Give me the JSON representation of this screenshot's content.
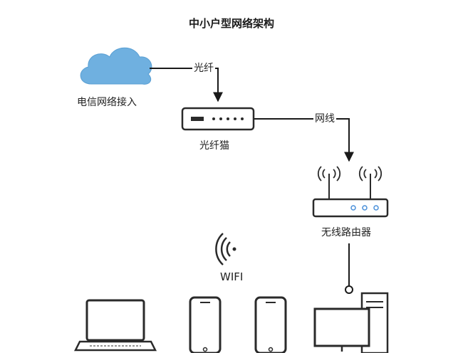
{
  "title": "中小户型网络架构",
  "nodes": {
    "telecom": {
      "label": "电信网络接入",
      "icon": "cloud-icon"
    },
    "optical_modem": {
      "label": "光纤猫",
      "icon": "modem-icon"
    },
    "router": {
      "label": "无线路由器",
      "icon": "router-icon"
    },
    "wifi": {
      "label": "WIFI",
      "icon": "wifi-icon"
    }
  },
  "edges": {
    "fiber": "光纤",
    "ethernet": "网线"
  },
  "devices": [
    {
      "icon": "laptop-icon"
    },
    {
      "icon": "smartphone-icon"
    },
    {
      "icon": "smartphone-icon"
    },
    {
      "icon": "desktop-computer-icon"
    }
  ],
  "colors": {
    "cloud": "#6fb0e0",
    "line": "#1a1a1a",
    "device_stroke": "#2a2a2a",
    "router_dots": "#4a90d9"
  }
}
